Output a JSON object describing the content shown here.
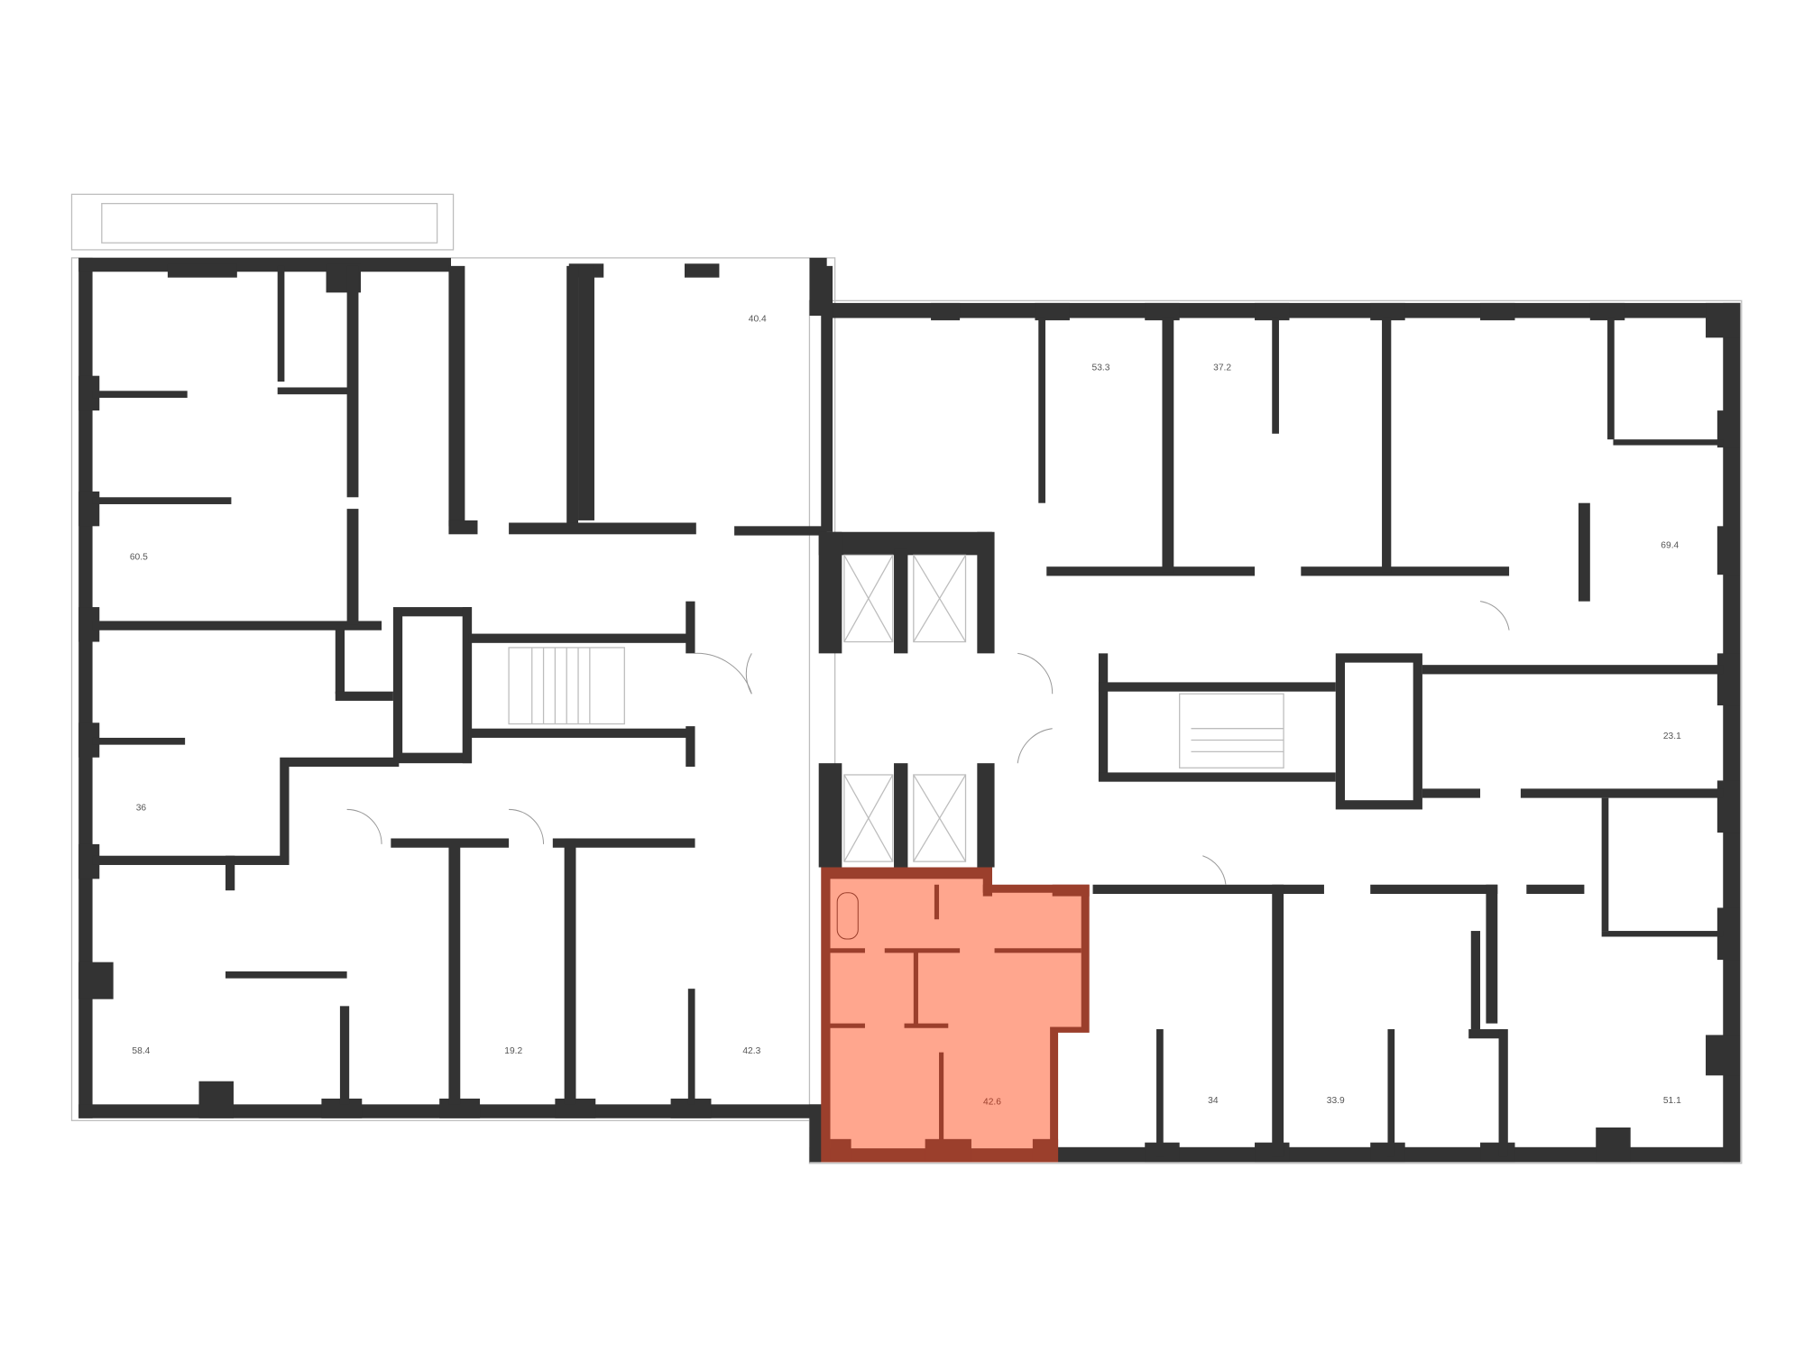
{
  "floor_plan": {
    "highlight_color": "#FFA68E",
    "highlight_wall_color": "#9B3F2C",
    "wall_color": "#333333",
    "apartments": [
      {
        "area": "40.4"
      },
      {
        "area": "53.3"
      },
      {
        "area": "37.2"
      },
      {
        "area": "60.5"
      },
      {
        "area": "69.4"
      },
      {
        "area": "36"
      },
      {
        "area": "23.1"
      },
      {
        "area": "58.4"
      },
      {
        "area": "19.2"
      },
      {
        "area": "42.3"
      },
      {
        "area": "42.6",
        "selected": true
      },
      {
        "area": "34"
      },
      {
        "area": "33.9"
      },
      {
        "area": "51.1"
      }
    ]
  }
}
